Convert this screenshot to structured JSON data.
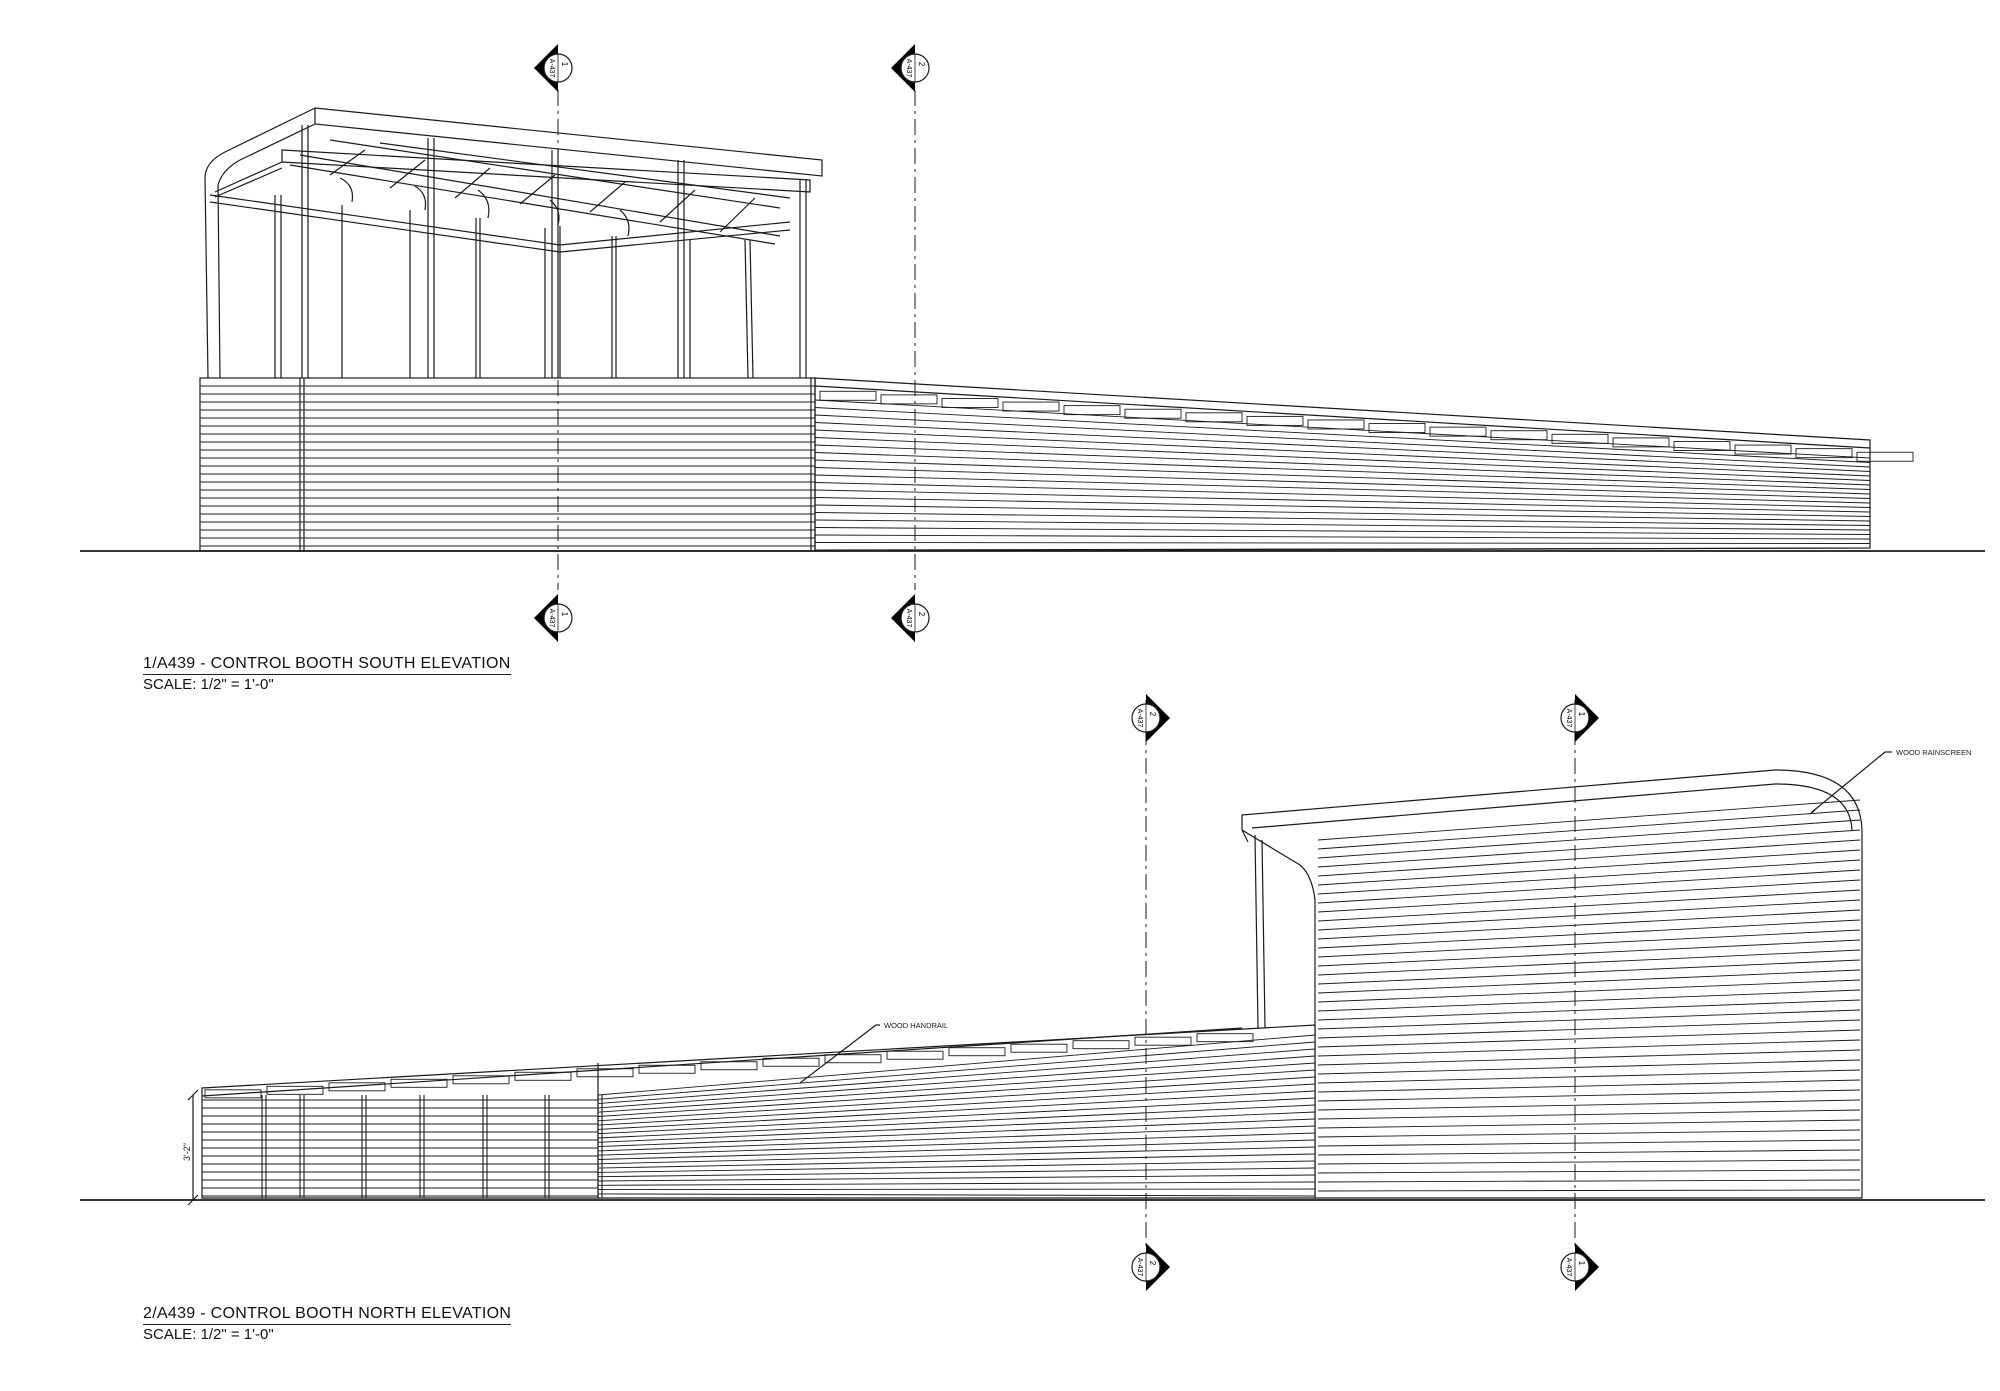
{
  "views": [
    {
      "id": "1/A439",
      "title": "1/A439 - CONTROL BOOTH SOUTH ELEVATION",
      "scale": "SCALE: 1/2\" = 1'-0\""
    },
    {
      "id": "2/A439",
      "title": "2/A439 - CONTROL BOOTH NORTH ELEVATION",
      "scale": "SCALE: 1/2\" = 1'-0\"",
      "dimension": "3'-2\""
    }
  ],
  "section_markers": {
    "south": [
      {
        "number": "1",
        "sheet": "A-437"
      },
      {
        "number": "2",
        "sheet": "A-437"
      }
    ],
    "north": [
      {
        "number": "2",
        "sheet": "A-437"
      },
      {
        "number": "1",
        "sheet": "A-437"
      }
    ]
  },
  "callouts": {
    "rainscreen": "WOOD RAINSCREEN",
    "handrail": "WOOD HANDRAIL"
  },
  "colors": {
    "line": "#1a1a1a",
    "marker_fill": "#000000",
    "background": "#ffffff"
  }
}
